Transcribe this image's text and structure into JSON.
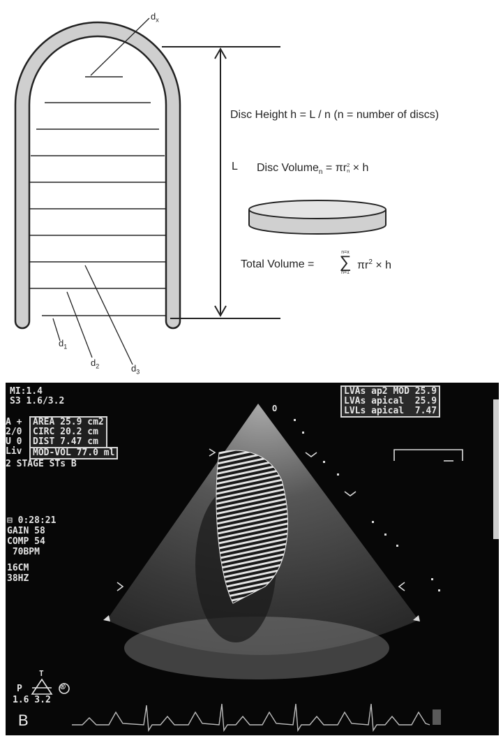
{
  "panel_a": {
    "labels": {
      "dx": "d",
      "dx_sub": "x",
      "d1": "d",
      "d1_sub": "1",
      "d2": "d",
      "d2_sub": "2",
      "d3": "d",
      "d3_sub": "3",
      "L": "L"
    },
    "disc_height": "Disc Height h = L / n   (n = number of discs)",
    "disc_volume": {
      "text": "Disc Volume",
      "sub": "n",
      "formula": " = πr",
      "r_sup": "2",
      "r_sub": "n",
      "tail": " × h"
    },
    "total_volume": {
      "text": "Total Volume = ",
      "sum_top": "n=x",
      "sum_bottom": "n=1",
      "formula": "πr",
      "r_sup": "2",
      "tail": " × h"
    }
  },
  "panel_b": {
    "label": "B",
    "top_left": [
      "MI:1.4",
      "S3 1.6/3.2"
    ],
    "top_right": [
      "LVAs ap2 MOD 25.9",
      "LVAs apical  25.9",
      "LVLs apical  7.47"
    ],
    "measurements_prefix": [
      "A +",
      "2/0",
      "U 0",
      "Liv"
    ],
    "measurements": [
      "AREA 25.9 cm2",
      "CIRC 20.2 cm",
      "DIST 7.47 cm",
      "MOD-VOL 77.0 ml"
    ],
    "stage": "2 STAGE STs B",
    "settings": [
      "⊟ 0:28:21",
      "GAIN 58",
      "COMP 54",
      " 70BPM",
      "",
      "16CM",
      "38HZ"
    ],
    "probe": [
      "T",
      "P",
      "®",
      "1.6 3.2"
    ],
    "sector_markers": [
      "O"
    ]
  }
}
